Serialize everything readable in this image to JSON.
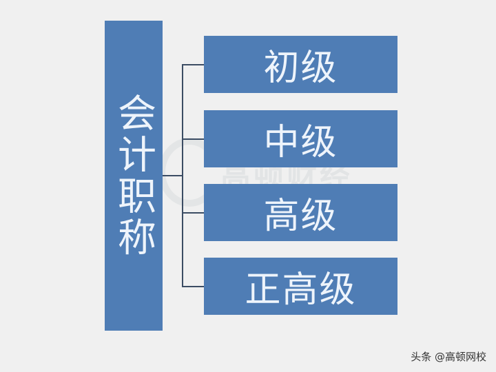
{
  "diagram": {
    "root": "会计职称",
    "children": [
      "初级",
      "中级",
      "高级",
      "正高级"
    ],
    "box_color": "#4f7db5",
    "connector_color": "#3b4c63"
  },
  "watermark": "高顿财经",
  "credit": "头条 @高顿网校"
}
